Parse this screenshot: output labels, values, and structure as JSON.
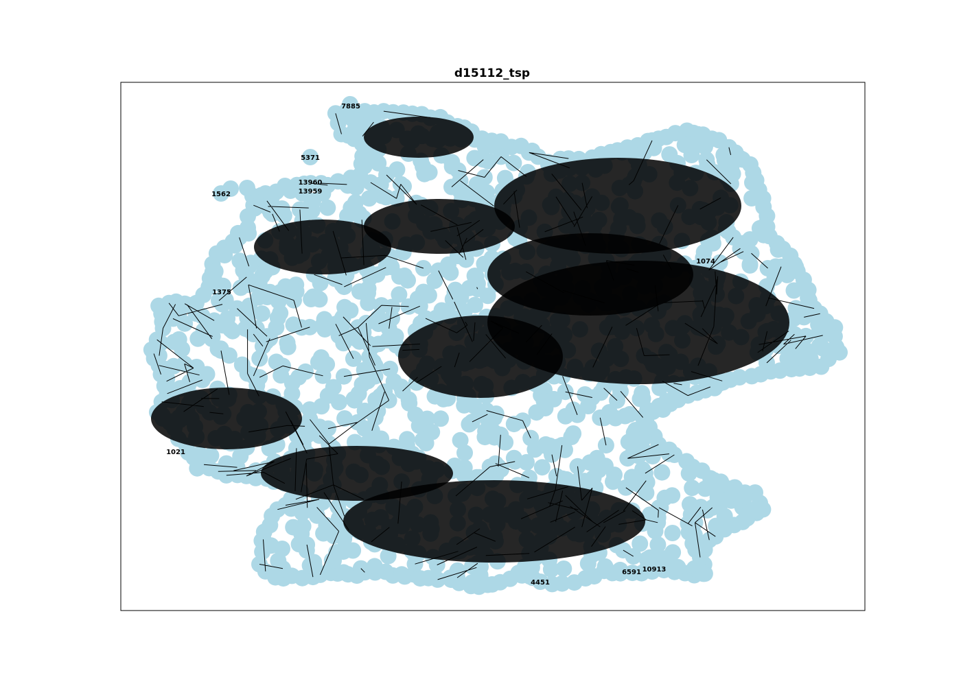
{
  "figure": {
    "title": "d15112_tsp",
    "node_color": "#add8e6",
    "edge_color": "#000000",
    "label_color": "#000000",
    "frame_color": "#000000",
    "background": "#ffffff"
  },
  "chart_data": {
    "type": "graph",
    "title": "d15112_tsp",
    "xlabel": "",
    "ylabel": "",
    "grid": false,
    "visible_node_labels": [
      "7885",
      "5371",
      "13960",
      "1562",
      "1375",
      "1021",
      "10913",
      "4451",
      "1074",
      "6591",
      "13959"
    ]
  }
}
